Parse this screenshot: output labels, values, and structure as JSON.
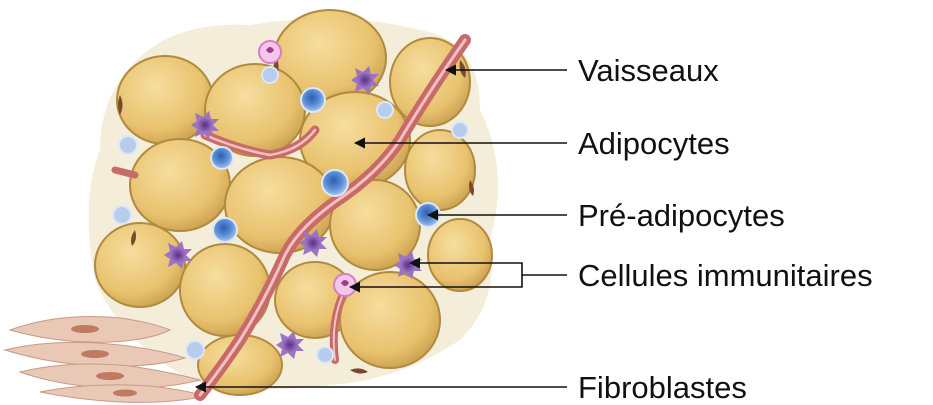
{
  "diagram": {
    "labels": {
      "vessels": "Vaisseaux",
      "adipocytes": "Adipocytes",
      "preadipocytes": "Pré-adipocytes",
      "immune_cells": "Cellules immunitaires",
      "fibroblasts": "Fibroblastes"
    },
    "colors": {
      "adipocyte_fill": "#E8C26E",
      "adipocyte_edge": "#B08A3E",
      "nucleus": "#7A4A2A",
      "vessel": "#C86A6A",
      "vessel_highlight": "#F3C2BE",
      "preadipocyte": "#5B8FD6",
      "immune_cell": "#7C4DA8",
      "macrophage_pink": "#D97BC9",
      "fibroblast": "#E9C9B6",
      "matrix": "#F2EAD2"
    }
  }
}
